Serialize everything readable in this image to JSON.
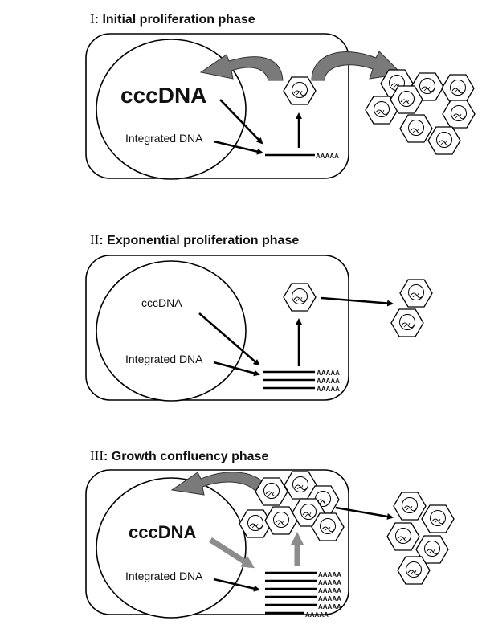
{
  "panels": [
    {
      "roman": "I",
      "title": ": Initial proliferation phase",
      "ccc_label": "cccDNA",
      "integrated_label": "Integrated DNA",
      "polyA": [
        "AAAAA"
      ]
    },
    {
      "roman": "II",
      "title": ": Exponential proliferation phase",
      "ccc_label": "cccDNA",
      "integrated_label": "Integrated DNA",
      "polyA": [
        "AAAAA",
        "AAAAA",
        "AAAAA"
      ]
    },
    {
      "roman": "III",
      "title": ": Growth confluency phase",
      "ccc_label": "cccDNA",
      "integrated_label": "Integrated DNA",
      "polyA": [
        "AAAAA",
        "AAAAA",
        "AAAAA",
        "AAAAA",
        "AAAAA",
        "AAAAA"
      ]
    }
  ],
  "colors": {
    "line": "#000000",
    "grey_arrow": "#8c8c8c",
    "curved_arrow": "#7a7a7a"
  },
  "icons": {
    "virion": "hexagon-virion-icon",
    "nucleus": "nucleus-circle",
    "cell": "cell-rounded-rect"
  }
}
